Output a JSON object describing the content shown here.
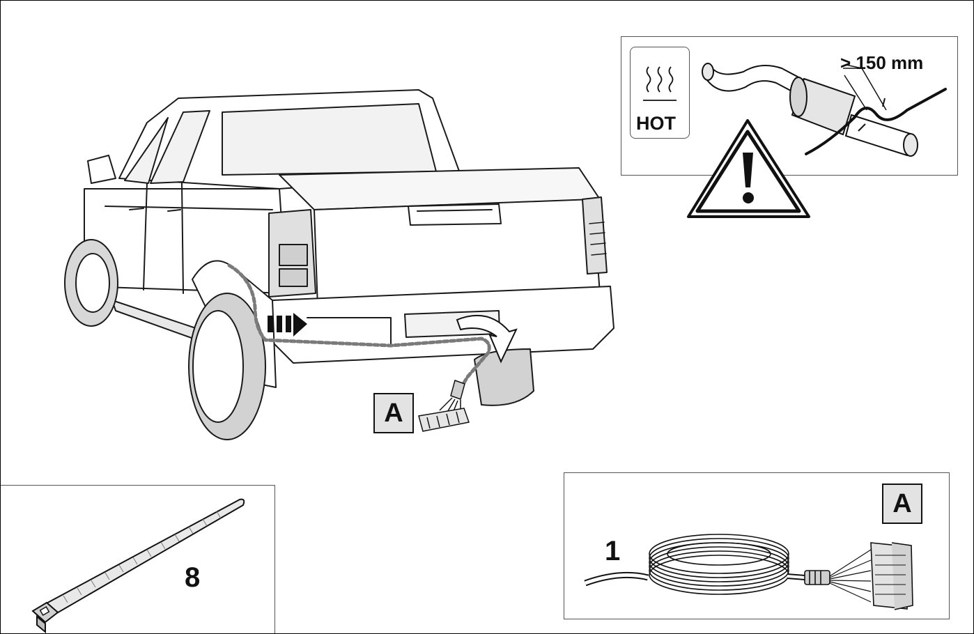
{
  "warning_panel": {
    "hot_label": "HOT",
    "clearance_label": "> 150 mm"
  },
  "main": {
    "connector_label": "A"
  },
  "parts": {
    "cable_tie_number": "8",
    "harness_number": "1",
    "harness_connector_label": "A"
  },
  "colors": {
    "line": "#1a1a1a",
    "label_box": "#e3e3e3",
    "cable_route": "#7a7a7a"
  },
  "icons": [
    "hot-surface-icon",
    "warning-triangle-icon",
    "exhaust-pipe-icon",
    "routing-arrow-icon",
    "cable-tie-icon",
    "wiring-harness-icon",
    "connector-plug-icon"
  ]
}
